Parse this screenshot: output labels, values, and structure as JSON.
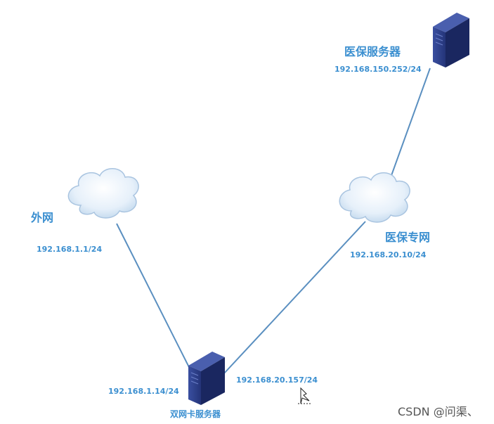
{
  "nodes": {
    "medical_server": {
      "name": "医保服务器",
      "ip": "192.168.150.252/24"
    },
    "internet": {
      "name": "外网",
      "ip": "192.168.1.1/24"
    },
    "medical_network": {
      "name": "医保专网",
      "ip": "192.168.20.10/24"
    },
    "dual_nic_server": {
      "name": "双网卡服务器",
      "ip_left": "192.168.1.14/24",
      "ip_right": "192.168.20.157/24"
    }
  },
  "watermark": "CSDN @问渠、",
  "colors": {
    "line": "#5a8fc0",
    "label": "#3b8fd0",
    "server_front": "#2b3e82",
    "server_side": "#1a2760",
    "cloud_fill": "#e8f1fa",
    "cloud_stroke": "#a9c4e0"
  }
}
